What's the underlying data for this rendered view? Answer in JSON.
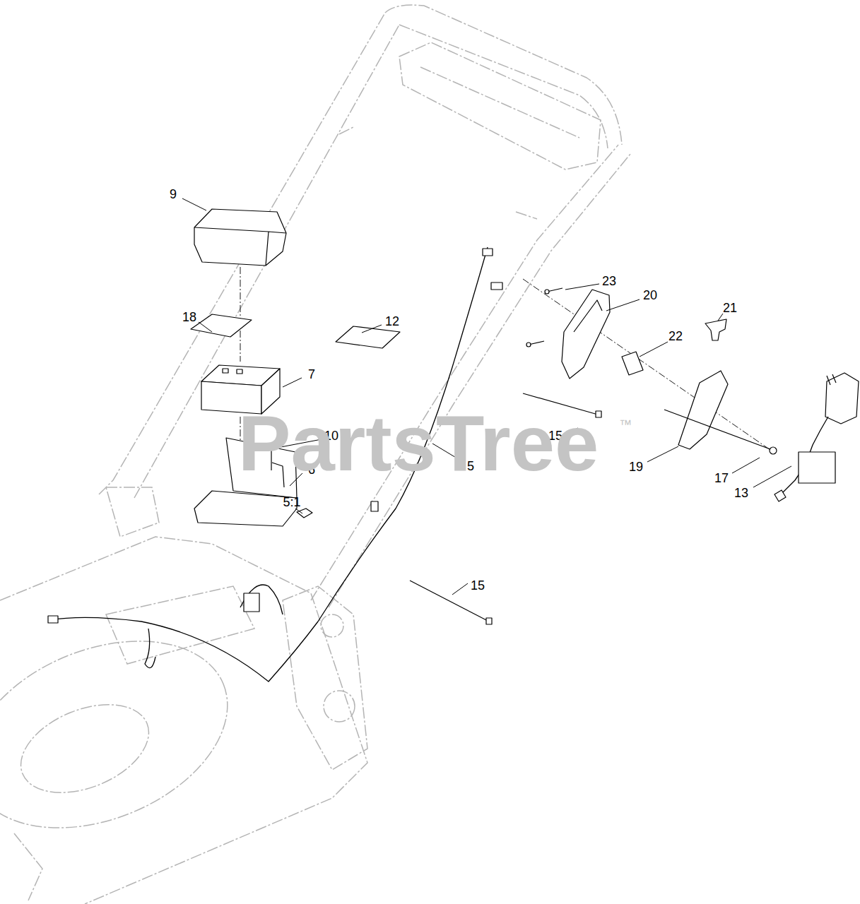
{
  "diagram": {
    "labels": [
      "9",
      "18",
      "7",
      "10",
      "6",
      "5:1",
      "12",
      "5",
      "23",
      "20",
      "22",
      "21",
      "15",
      "19",
      "17",
      "13",
      "15",
      "PartsTree",
      "™"
    ]
  }
}
